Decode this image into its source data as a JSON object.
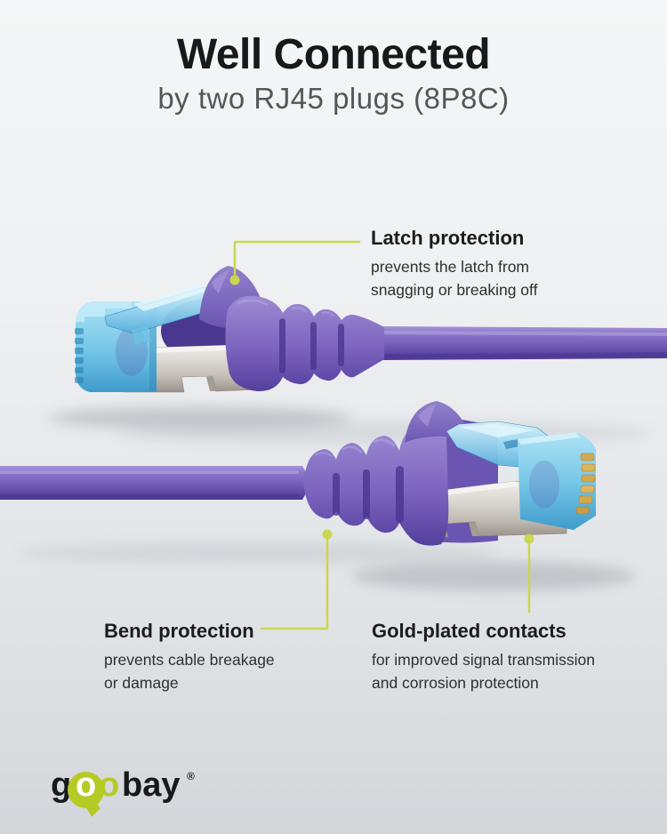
{
  "header": {
    "title": "Well Connected",
    "subtitle": "by two RJ45 plugs (8P8C)"
  },
  "callouts": {
    "latch": {
      "title": "Latch protection",
      "line1": "prevents the latch from",
      "line2": "snagging or breaking off"
    },
    "bend": {
      "title": "Bend protection",
      "line1": "prevents cable breakage",
      "line2": "or damage"
    },
    "gold": {
      "title": "Gold-plated contacts",
      "line1": "for improved signal transmission",
      "line2": "and corrosion protection"
    }
  },
  "logo": {
    "g": "g",
    "o1": "o",
    "o2": "o",
    "bay": "bay",
    "registered": "®"
  },
  "colors": {
    "annotation_line": "#c9d750",
    "cable_purple": "#7a63bd",
    "latch_blue": "#8fd3ee",
    "shield_silver": "#cfccc5",
    "contacts_gold": "#d2a94f",
    "logo_green": "#b5ca25",
    "title_text": "#17191c",
    "subtitle_text": "#53575c",
    "background_top": "#f4f6f7",
    "background_bottom": "#d3d6da"
  },
  "illustration_parts": [
    "purple-network-cable-top",
    "purple-network-cable-bottom",
    "rj45-plug-pointing-left",
    "rj45-plug-pointing-right",
    "blue-latch",
    "metal-shield",
    "strain-relief-boot",
    "gold-plated-contacts"
  ]
}
